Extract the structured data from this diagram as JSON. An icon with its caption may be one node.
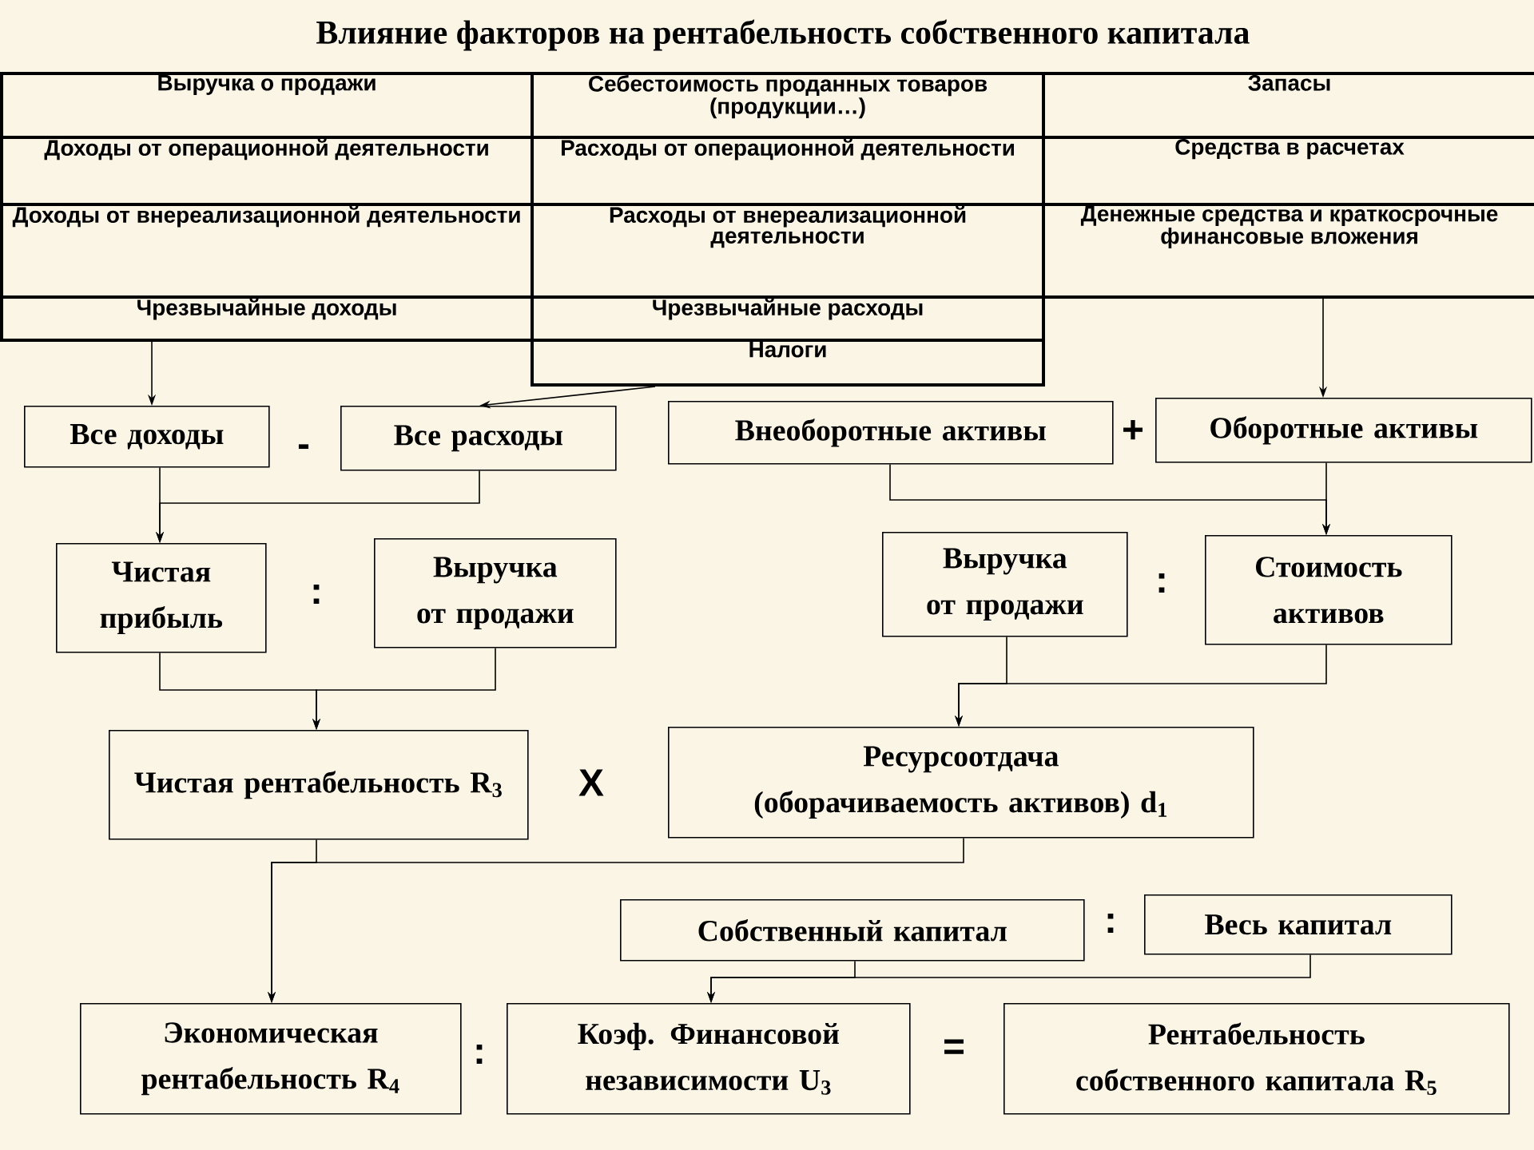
{
  "diagram": {
    "title": "Влияние факторов на рентабельность собственного капитала",
    "nodes": [
      {
        "text": [
          "Выручка о продажи"
        ]
      },
      {
        "text": [
          "Себестоимость проданных товаров (продукции…)"
        ]
      },
      {
        "text": [
          "Запасы"
        ]
      },
      {
        "text": [
          "Доходы от операционной деятельности"
        ]
      },
      {
        "text": [
          "Расходы от операционной деятельности"
        ]
      },
      {
        "text": [
          "Средства в расчетах"
        ]
      },
      {
        "text": [
          "Доходы от внереализационной деятельности"
        ]
      },
      {
        "text": [
          "Расходы от внереализационной деятельности"
        ]
      },
      {
        "text": [
          "Денежные средства и краткосрочные финансовые вложения"
        ]
      },
      {
        "text": [
          "Чрезвычайные доходы"
        ]
      },
      {
        "text": [
          "Чрезвычайные расходы"
        ]
      },
      {
        "text": [
          "Налоги"
        ]
      },
      {
        "text": [
          "Все доходы"
        ]
      },
      {
        "text": [
          "Все расходы"
        ]
      },
      {
        "text": [
          "Внеоборотные активы"
        ]
      },
      {
        "text": [
          "Оборотные активы"
        ]
      },
      {
        "text": [
          "Чистая прибыль"
        ]
      },
      {
        "text": [
          "Выручка от продажи"
        ]
      },
      {
        "text": [
          "Выручка от продажи"
        ]
      },
      {
        "text": [
          "Стоимость активов"
        ]
      },
      {
        "text": [
          "Чистая рентабельность R$_{3}$"
        ]
      },
      {
        "text": [
          "Ресурсоотдача (оборачиваемость активов) d$_{1}$"
        ]
      },
      {
        "text": [
          "Собственный капитал"
        ]
      },
      {
        "text": [
          "Весь капитал"
        ]
      },
      {
        "text": [
          "Экономическая рентабельность R$_{4}$"
        ]
      },
      {
        "text": [
          "Коэф. Финансовой независимости U$_{3}$"
        ]
      },
      {
        "text": [
          "Рентабельность собственного капитала R$_{5}$"
        ]
      }
    ],
    "edges": [
      {
        "from": 9,
        "to": 12,
        "arrow": "to"
      },
      {
        "from": 11,
        "to": 13,
        "arrow": "to"
      },
      {
        "from": 8,
        "to": 15,
        "arrow": "to"
      },
      {
        "from": 12,
        "to": 16,
        "arrow": "to"
      },
      {
        "from": 13,
        "to": 16,
        "arrow": "to"
      },
      {
        "from": 14,
        "to": 19,
        "arrow": "to"
      },
      {
        "from": 15,
        "to": 19,
        "arrow": "to"
      },
      {
        "from": 16,
        "to": 20,
        "arrow": "to"
      },
      {
        "from": 17,
        "to": 20,
        "arrow": "to"
      },
      {
        "from": 18,
        "to": 21,
        "arrow": "to"
      },
      {
        "from": 19,
        "to": 21,
        "arrow": "to"
      },
      {
        "from": 20,
        "to": 24,
        "arrow": "to"
      },
      {
        "from": 21,
        "to": 24,
        "arrow": "to"
      },
      {
        "from": 22,
        "to": 25,
        "arrow": "to"
      },
      {
        "from": 23,
        "to": 25,
        "arrow": "to"
      }
    ],
    "labels": [
      "-",
      "+",
      ":",
      ":",
      "X",
      ":",
      ":",
      "="
    ]
  }
}
